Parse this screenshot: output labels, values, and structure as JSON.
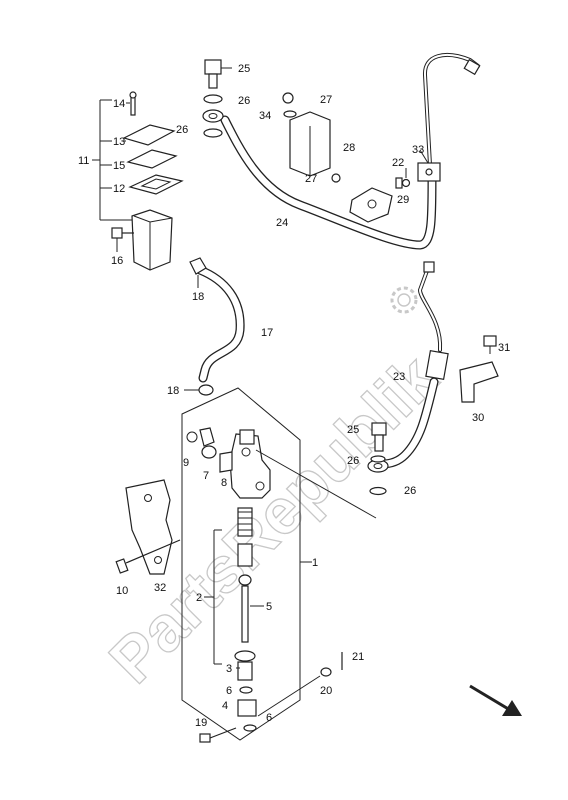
{
  "watermark": "PartsRepublik",
  "labels": {
    "n1": "1",
    "n2": "2",
    "n3": "3",
    "n4": "4",
    "n5": "5",
    "n6a": "6",
    "n6b": "6",
    "n7": "7",
    "n8": "8",
    "n9": "9",
    "n10": "10",
    "n11": "11",
    "n12": "12",
    "n13": "13",
    "n14": "14",
    "n15": "15",
    "n16": "16",
    "n17": "17",
    "n18a": "18",
    "n18b": "18",
    "n19": "19",
    "n20": "20",
    "n21": "21",
    "n22": "22",
    "n23": "23",
    "n24": "24",
    "n25a": "25",
    "n25b": "25",
    "n26a": "26",
    "n26b": "26",
    "n26c": "26",
    "n26d": "26",
    "n27a": "27",
    "n27b": "27",
    "n28": "28",
    "n29": "29",
    "n30": "30",
    "n31": "31",
    "n32": "32",
    "n33": "33",
    "n34": "34"
  },
  "icons": {
    "watermark_gear": "gear-icon",
    "direction_arrow": "arrow-down-right-icon"
  }
}
